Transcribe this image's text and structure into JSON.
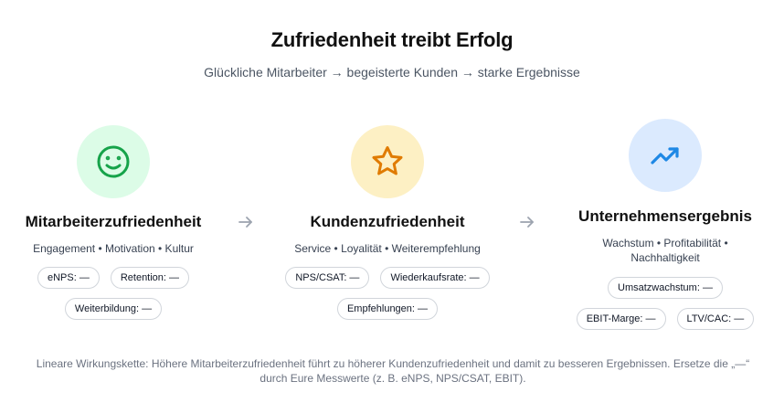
{
  "header": {
    "title": "Zufriedenheit treibt Erfolg",
    "subtitle": "Glückliche Mitarbeiter → begeisterte Kunden → starke Ergebnisse"
  },
  "columns": [
    {
      "icon": "smiley-face-icon",
      "icon_bg": "#dcfce7",
      "icon_color": "#16a34a",
      "title": "Mitarbeiterzufriedenheit",
      "description": "Engagement • Motivation • Kultur",
      "chips": [
        "eNPS: —",
        "Retention: —",
        "Weiterbildung: —"
      ]
    },
    {
      "icon": "star-icon",
      "icon_bg": "#fdf0c4",
      "icon_color": "#e07b00",
      "title": "Kundenzufriedenheit",
      "description": "Service • Loyalität • Weiterempfehlung",
      "chips": [
        "NPS/CSAT: —",
        "Wiederkaufsrate: —",
        "Empfehlungen: —"
      ]
    },
    {
      "icon": "trending-up-icon",
      "icon_bg": "#dbeafe",
      "icon_color": "#1e88e5",
      "title": "Unternehmensergebnis",
      "description": "Wachstum • Profitabilität • Nachhaltigkeit",
      "chips": [
        "Umsatzwachstum: —",
        "EBIT-Marge: —",
        "LTV/CAC: —"
      ]
    }
  ],
  "connectors": [
    "arrow-right-icon",
    "arrow-right-icon"
  ],
  "connector_color": "#9ca3af",
  "footer": {
    "note": "Lineare Wirkungskette: Höhere Mitarbeiterzufriedenheit führt zu höherer Kundenzufriedenheit und damit zu besseren Ergebnissen. Ersetze die „—“ durch Eure Messwerte (z. B. eNPS, NPS/CSAT, EBIT)."
  }
}
